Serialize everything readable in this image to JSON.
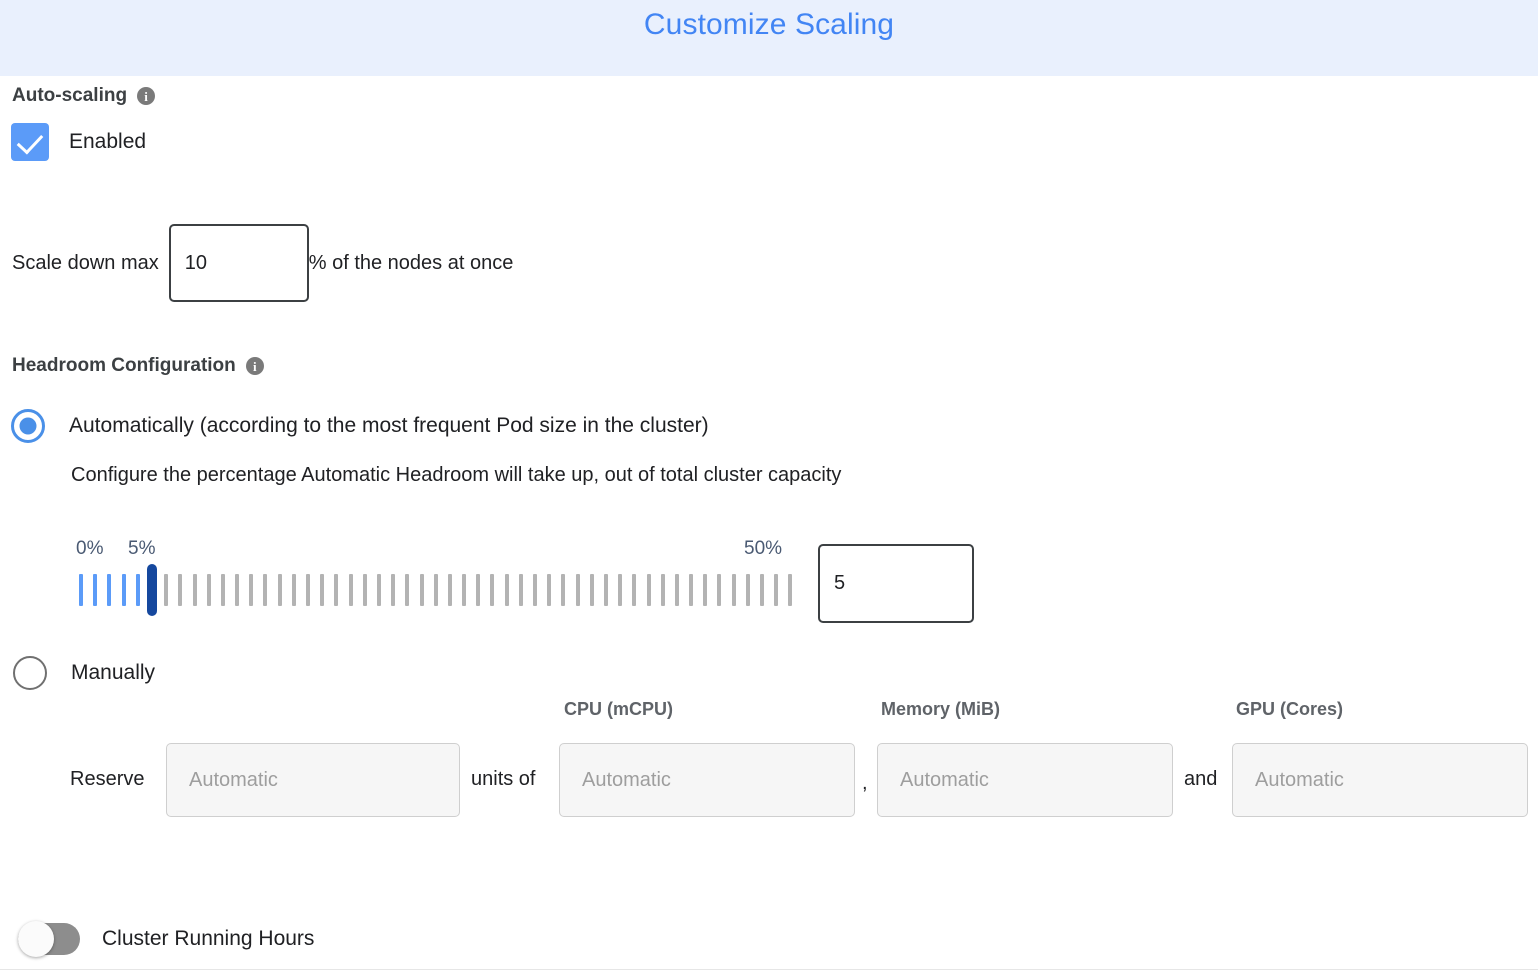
{
  "header": {
    "title": "Customize Scaling",
    "bg_color": "#e9f0fd",
    "title_color": "#4285f4"
  },
  "autoscaling": {
    "section_title": "Auto-scaling",
    "info_icon": "info-icon",
    "enabled_label": "Enabled",
    "enabled_checked": true,
    "checkbox_color": "#5b9bf8",
    "scale_down": {
      "prefix_label": "Scale down max",
      "value": "10",
      "suffix_label": "% of the nodes at once"
    }
  },
  "headroom": {
    "section_title": "Headroom Configuration",
    "info_icon": "info-icon",
    "options": [
      {
        "label": "Automatically (according to the most frequent Pod size in the cluster)",
        "selected": true
      },
      {
        "label": "Manually",
        "selected": false
      }
    ],
    "auto_description": "Configure the percentage Automatic Headroom will take up, out of total cluster capacity",
    "slider": {
      "min_label": "0%",
      "current_label": "5%",
      "max_label": "50%",
      "min": 0,
      "max": 50,
      "value": 5,
      "tick_count": 51,
      "filled_color": "#5b9bf8",
      "empty_color": "#b3b3b3",
      "thumb_color": "#15489e"
    },
    "slider_value_input": "5",
    "manual": {
      "reserve_label": "Reserve",
      "units_of_label": "units of",
      "comma_label": ",",
      "and_label": "and",
      "columns": [
        {
          "header": "CPU (mCPU)"
        },
        {
          "header": "Memory (MiB)"
        },
        {
          "header": "GPU (Cores)"
        }
      ],
      "fields": [
        {
          "name": "count",
          "placeholder": "Automatic",
          "value": ""
        },
        {
          "name": "cpu",
          "placeholder": "Automatic",
          "value": ""
        },
        {
          "name": "memory",
          "placeholder": "Automatic",
          "value": ""
        },
        {
          "name": "gpu",
          "placeholder": "Automatic",
          "value": ""
        }
      ]
    }
  },
  "cluster_running_hours": {
    "label": "Cluster Running Hours",
    "enabled": false
  }
}
